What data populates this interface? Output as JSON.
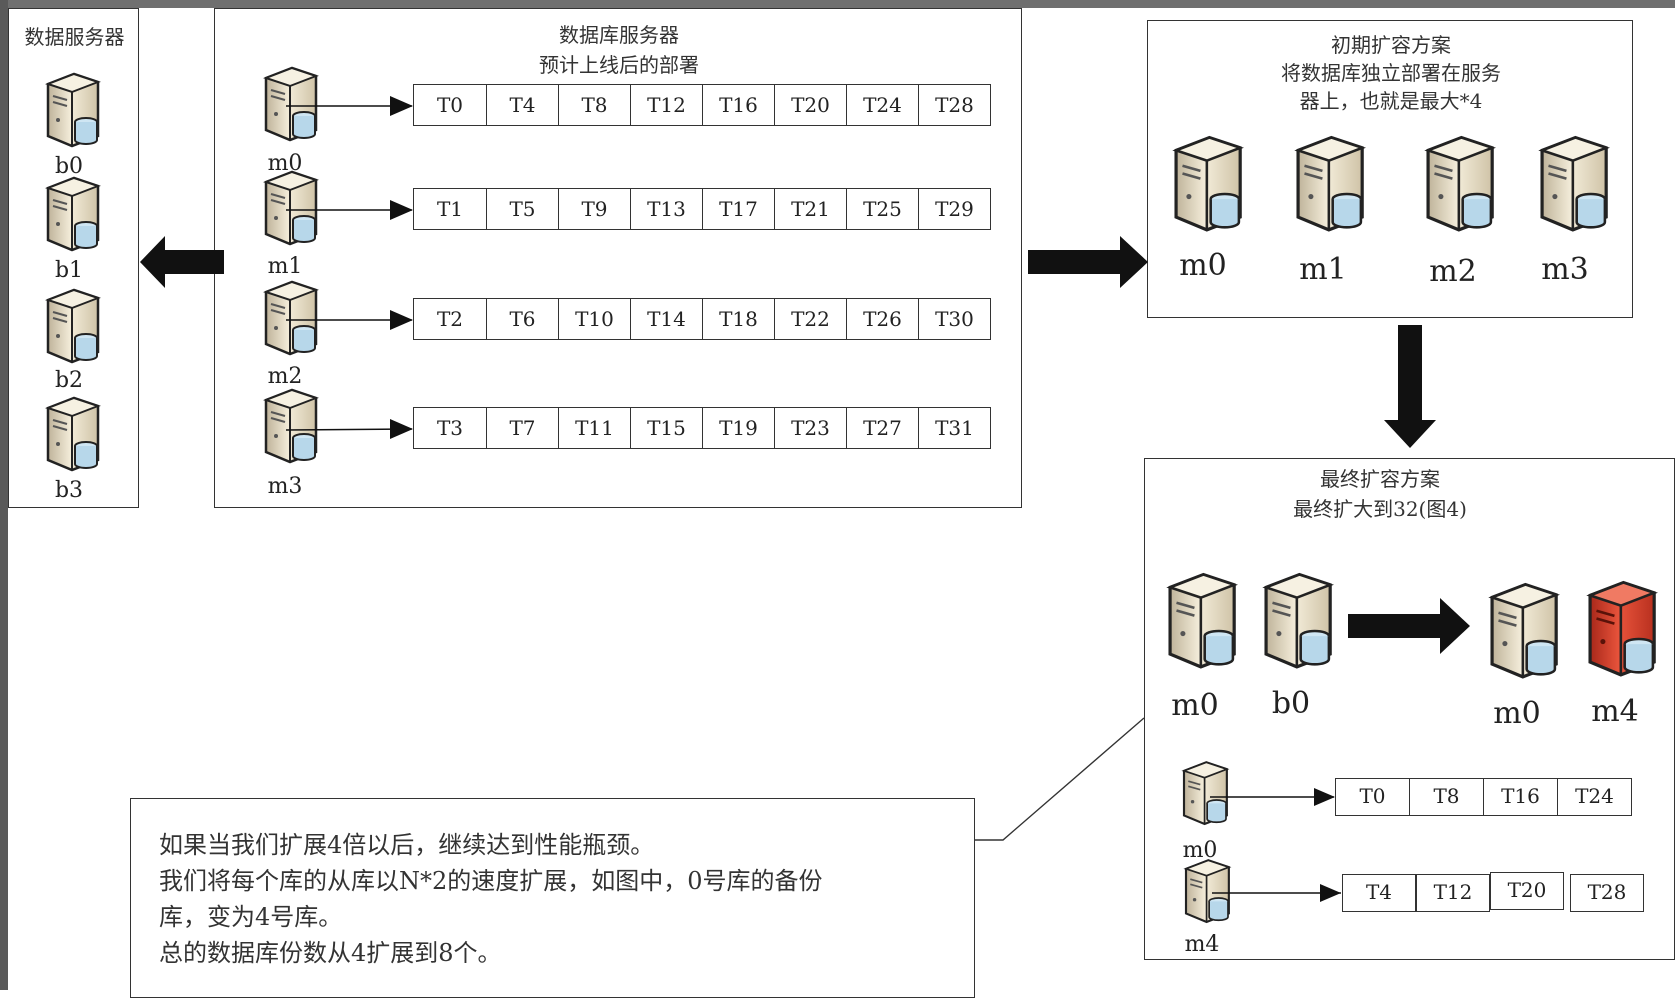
{
  "left_panel": {
    "title": "数据服务器",
    "servers": [
      "b0",
      "b1",
      "b2",
      "b3"
    ]
  },
  "center_panel": {
    "title_line1": "数据库服务器",
    "title_line2": "预计上线后的部署",
    "rows": [
      {
        "server": "m0",
        "tables": [
          "T0",
          "T4",
          "T8",
          "T12",
          "T16",
          "T20",
          "T24",
          "T28"
        ]
      },
      {
        "server": "m1",
        "tables": [
          "T1",
          "T5",
          "T9",
          "T13",
          "T17",
          "T21",
          "T25",
          "T29"
        ]
      },
      {
        "server": "m2",
        "tables": [
          "T2",
          "T6",
          "T10",
          "T14",
          "T18",
          "T22",
          "T26",
          "T30"
        ]
      },
      {
        "server": "m3",
        "tables": [
          "T3",
          "T7",
          "T11",
          "T15",
          "T19",
          "T23",
          "T27",
          "T31"
        ]
      }
    ]
  },
  "initial_plan": {
    "title_line1": "初期扩容方案",
    "title_line2": "将数据库独立部署在服务",
    "title_line3": "器上，也就是最大*4",
    "servers": [
      "m0",
      "m1",
      "m2",
      "m3"
    ]
  },
  "final_plan": {
    "title_line1": "最终扩容方案",
    "title_line2": "最终扩大到32(图4)",
    "before": [
      "m0",
      "b0"
    ],
    "after": [
      "m0",
      "m4"
    ],
    "row1": {
      "server": "m0",
      "tables": [
        "T0",
        "T8",
        "T16",
        "T24"
      ]
    },
    "row2": {
      "server": "m4",
      "tables": [
        "T4",
        "T12",
        "T20",
        "T28"
      ]
    }
  },
  "note": {
    "line1": "如果当我们扩展4倍以后，继续达到性能瓶颈。",
    "line2": "我们将每个库的从库以N*2的速度扩展，如图中，0号库的备份",
    "line3": "库，变为4号库。",
    "line4": "总的数据库份数从4扩展到8个。"
  },
  "colors": {
    "server_body": "#e9dfc3",
    "server_highlight": "#d8412c",
    "db_cylinder": "#b7d7ea",
    "border": "#333333"
  }
}
